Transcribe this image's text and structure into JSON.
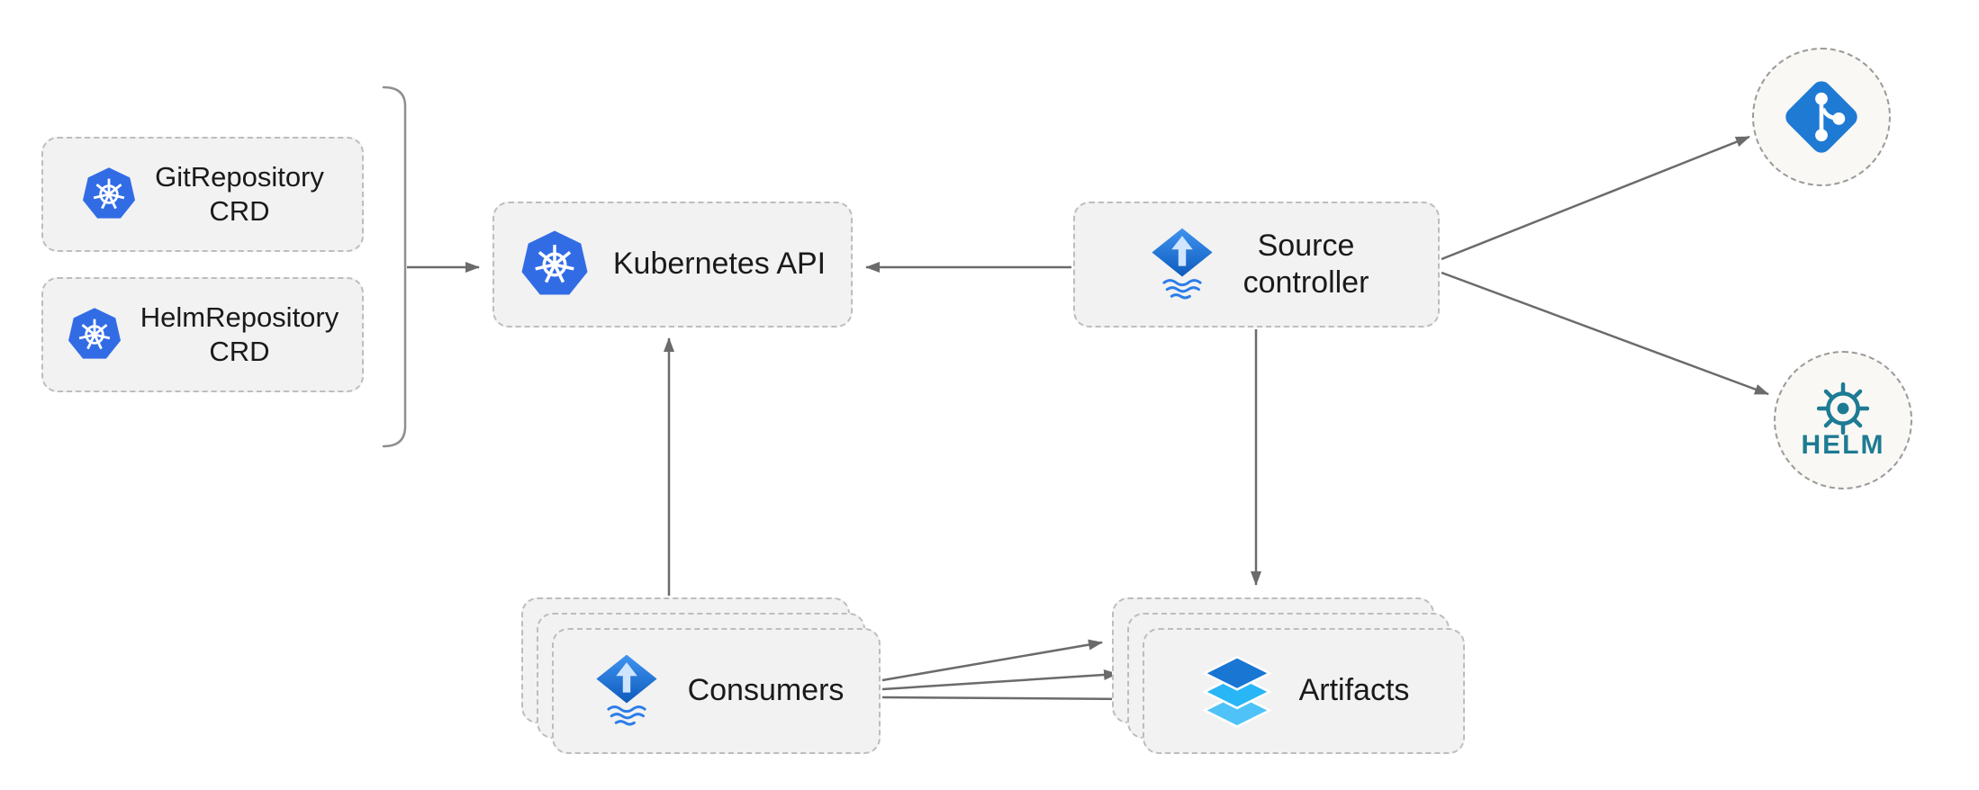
{
  "nodes": {
    "gitRepositoryCrd": {
      "line1": "GitRepository",
      "line2": "CRD",
      "icon": "kubernetes-icon"
    },
    "helmRepositoryCrd": {
      "line1": "HelmRepository",
      "line2": "CRD",
      "icon": "kubernetes-icon"
    },
    "kubernetesApi": {
      "label": "Kubernetes API",
      "icon": "kubernetes-icon"
    },
    "sourceController": {
      "line1": "Source",
      "line2": "controller",
      "icon": "flux-icon"
    },
    "consumers": {
      "label": "Consumers",
      "icon": "flux-icon",
      "stacked": true
    },
    "artifacts": {
      "label": "Artifacts",
      "icon": "artifacts-layers-icon",
      "stacked": true
    },
    "gitEndpoint": {
      "icon": "git-icon"
    },
    "helmEndpoint": {
      "icon": "helm-wheel-icon",
      "text": "HELM"
    }
  },
  "edges": [
    {
      "from": "crd-group-bracket",
      "to": "kubernetesApi"
    },
    {
      "from": "sourceController",
      "to": "kubernetesApi"
    },
    {
      "from": "sourceController",
      "to": "gitEndpoint"
    },
    {
      "from": "sourceController",
      "to": "helmEndpoint"
    },
    {
      "from": "sourceController",
      "to": "artifacts"
    },
    {
      "from": "consumers",
      "to": "kubernetesApi"
    },
    {
      "from": "consumers",
      "to": "artifacts"
    },
    {
      "from": "consumers",
      "to": "artifacts"
    },
    {
      "from": "consumers",
      "to": "artifacts"
    }
  ],
  "colors": {
    "kubernetesBlue": "#326CE5",
    "fluxBlueTop": "#4193f0",
    "fluxBlueBottom": "#0d5bbd",
    "gitBlue": "#1f7ad4",
    "helmTeal": "#1d7b93",
    "artifactTop": "#1976D2",
    "artifactMiddle": "#29B6F6",
    "artifactBottom": "#4FC3F7",
    "nodeBackground": "#f2f2f2",
    "nodeBorder": "#bdbdbd",
    "circleBackground": "#faf8f4",
    "arrowGray": "#6b6b6b",
    "labelColor": "#1a1a1a"
  }
}
